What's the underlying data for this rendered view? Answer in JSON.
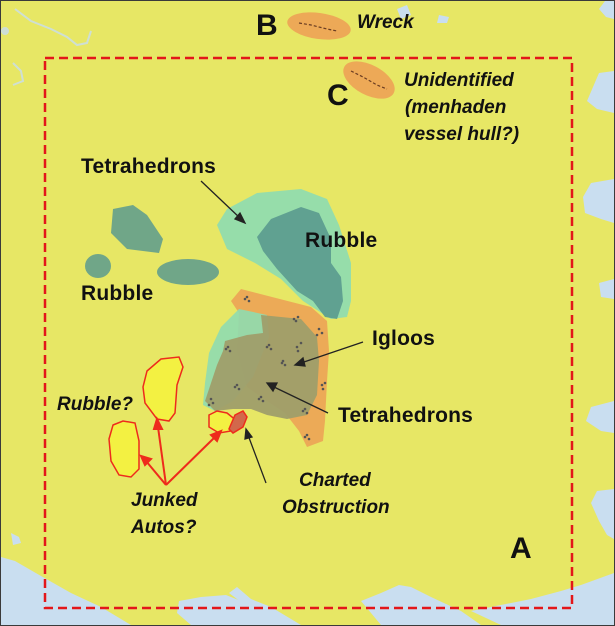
{
  "map": {
    "colors": {
      "seabed": "#e7e765",
      "water": "#c9def0",
      "study_area_border": "#e3161a",
      "tetrahedron_zone": "#8fdcb0",
      "rubble_zone": "#5a9a8e",
      "igloo_zone": "#9f9e6a",
      "orange_zone": "#eda556",
      "junked_auto_fill": "#f3f142",
      "junked_auto_outline": "#ee2b1c",
      "charted_obstruction": "#d2684b",
      "leader_arrow": "#222222",
      "junked_arrow": "#ee2b1c"
    },
    "site_labels": {
      "a": "A",
      "b": "B",
      "c": "C"
    },
    "features": {
      "wreck": "Wreck",
      "unidentified_line1": "Unidentified",
      "unidentified_line2": "(menhaden",
      "unidentified_line3": "vessel hull?)",
      "tetrahedrons_top": "Tetrahedrons",
      "rubble_center": "Rubble",
      "rubble_left": "Rubble",
      "igloos": "Igloos",
      "tetrahedrons_lower": "Tetrahedrons",
      "rubble_question": "Rubble?",
      "junked_autos_line1": "Junked",
      "junked_autos_line2": "Autos?",
      "charted_obstruction_line1": "Charted",
      "charted_obstruction_line2": "Obstruction"
    }
  }
}
